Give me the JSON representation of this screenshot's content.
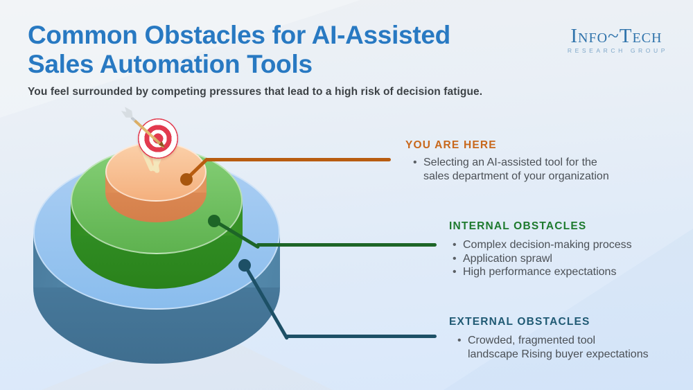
{
  "header": {
    "title_line1": "Common Obstacles for AI-Assisted",
    "title_line2": "Sales Automation Tools",
    "subtitle": "You feel surrounded by competing pressures that lead to a high risk of decision fatigue."
  },
  "logo": {
    "wordmark": "Info~Tech",
    "tagline": "RESEARCH GROUP"
  },
  "ui": {
    "bullet_char": "•"
  },
  "colors": {
    "title_blue": "#2879c2",
    "background_top": "#eef1f4",
    "background_bottom": "#d9e8fb",
    "you_are_here_accent": "#c8681c",
    "internal_accent": "#1e7a2e",
    "external_accent": "#205a74",
    "connector_orange": "#b85c10",
    "connector_green": "#1d6527",
    "connector_teal": "#1d5066",
    "disc_top_orange": "#f8c398",
    "disc_side_orange": "#e3945e",
    "disc_top_green": "#74c468",
    "disc_side_green": "#379a26",
    "disc_top_blue": "#93c2ef",
    "disc_side_blue": "#4d80a2",
    "target_red": "#e23a4e"
  },
  "diagram": {
    "type": "concentric-3d-discs",
    "target_icon": "bullseye-with-arrow",
    "levels": [
      "you-are-here",
      "internal-obstacles",
      "external-obstacles"
    ]
  },
  "annotations": [
    {
      "heading": "YOU ARE HERE",
      "bullets": [
        [
          "Selecting an AI-assisted tool for the",
          "sales department of your organization"
        ]
      ]
    },
    {
      "heading": "INTERNAL OBSTACLES",
      "bullets": [
        [
          "Complex decision-making process"
        ],
        [
          "Application sprawl"
        ],
        [
          "High performance expectations"
        ]
      ]
    },
    {
      "heading": "EXTERNAL OBSTACLES",
      "bullets": [
        [
          "Crowded, fragmented tool",
          "landscape Rising buyer expectations"
        ]
      ]
    }
  ]
}
